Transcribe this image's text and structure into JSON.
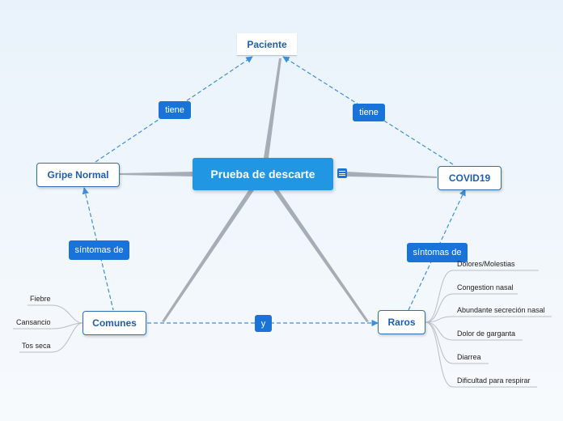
{
  "central": {
    "label": "Prueba de descarte"
  },
  "nodes": {
    "paciente": "Paciente",
    "gripe": "Gripe Normal",
    "covid": "COVID19",
    "comunes": "Comunes",
    "raros": "Raros"
  },
  "relations": {
    "tiene_left": "tiene",
    "tiene_right": "tiene",
    "sintomas_left": "síntomas de",
    "sintomas_right": "síntomas de",
    "y": "y"
  },
  "comunes_leaves": [
    "Fiebre",
    "Cansancio",
    "Tos seca"
  ],
  "raros_leaves": [
    "Dolores/Molestias",
    "Congestion nasal",
    "Abundante secreción nasal",
    "Dolor de garganta",
    "Diarrea",
    "Dificultad para respirar"
  ],
  "colors": {
    "central_fill": "#2196e3",
    "relation_fill": "#1a73d9",
    "node_text": "#1f5ea8",
    "dashed_line": "#3d8fd9",
    "solid_line": "#a7adb6"
  },
  "icons": {
    "note": "note-icon"
  }
}
